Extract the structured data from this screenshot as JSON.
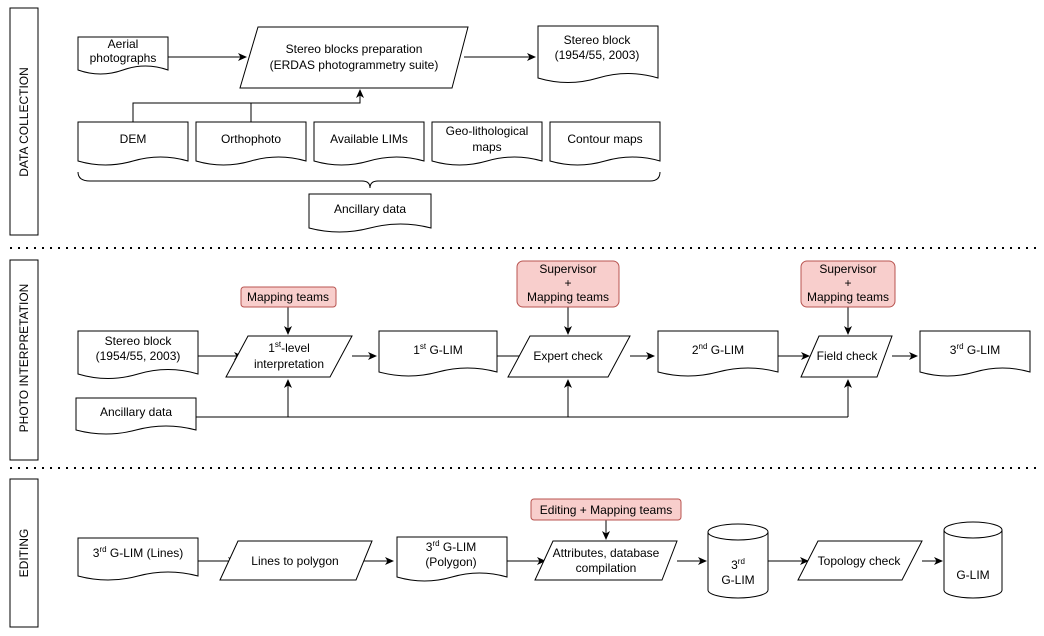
{
  "lanes": {
    "data_collection": "DATA COLLECTION",
    "photo_interpretation": "PHOTO INTERPRETATION",
    "editing": "EDITING"
  },
  "data_collection": {
    "aerial_photographs": [
      "Aerial",
      "photographs"
    ],
    "stereo_prep": [
      "Stereo blocks preparation",
      "(ERDAS   photogrammetry suite)"
    ],
    "stereo_block": [
      "Stereo block",
      "(1954/55, 2003)"
    ],
    "dem": "DEM",
    "orthophoto": "Orthophoto",
    "available_lims": "Available LIMs",
    "geo_lithological": [
      "Geo-lithological",
      "maps"
    ],
    "contour_maps": "Contour maps",
    "ancillary_data": "Ancillary data"
  },
  "photo_interpretation": {
    "stereo_block": [
      "Stereo block",
      "(1954/55, 2003)"
    ],
    "ancillary_data": "Ancillary data",
    "mapping_teams": "Mapping teams",
    "supervisor_1": [
      "Supervisor",
      "+",
      "Mapping teams"
    ],
    "supervisor_2": [
      "Supervisor",
      "+",
      "Mapping teams"
    ],
    "level1_interp": {
      "n": "1",
      "sup": "st",
      "rest": "-level",
      "line2": "interpretation"
    },
    "glim1": {
      "n": "1",
      "sup": "st",
      "rest": " G-LIM"
    },
    "expert_check": "Expert check",
    "glim2": {
      "n": "2",
      "sup": "nd",
      "rest": " G-LIM"
    },
    "field_check": "Field check",
    "glim3": {
      "n": "3",
      "sup": "rd",
      "rest": " G-LIM"
    }
  },
  "editing": {
    "glim3_lines": {
      "n": "3",
      "sup": "rd",
      "rest": " G-LIM (Lines)"
    },
    "lines_to_polygon": "Lines to polygon",
    "glim3_polygon": {
      "n": "3",
      "sup": "rd",
      "rest": " G-LIM",
      "line2": "(Polygon)"
    },
    "editing_teams": "Editing + Mapping teams",
    "attributes": [
      "Attributes, database",
      "compilation"
    ],
    "glim3_db": {
      "n": "3",
      "sup": "rd",
      "line2": "G-LIM"
    },
    "topology_check": "Topology check",
    "glim_db": "G-LIM"
  },
  "colors": {
    "highlight_fill": "#f8cecc",
    "highlight_stroke": "#b85450"
  }
}
